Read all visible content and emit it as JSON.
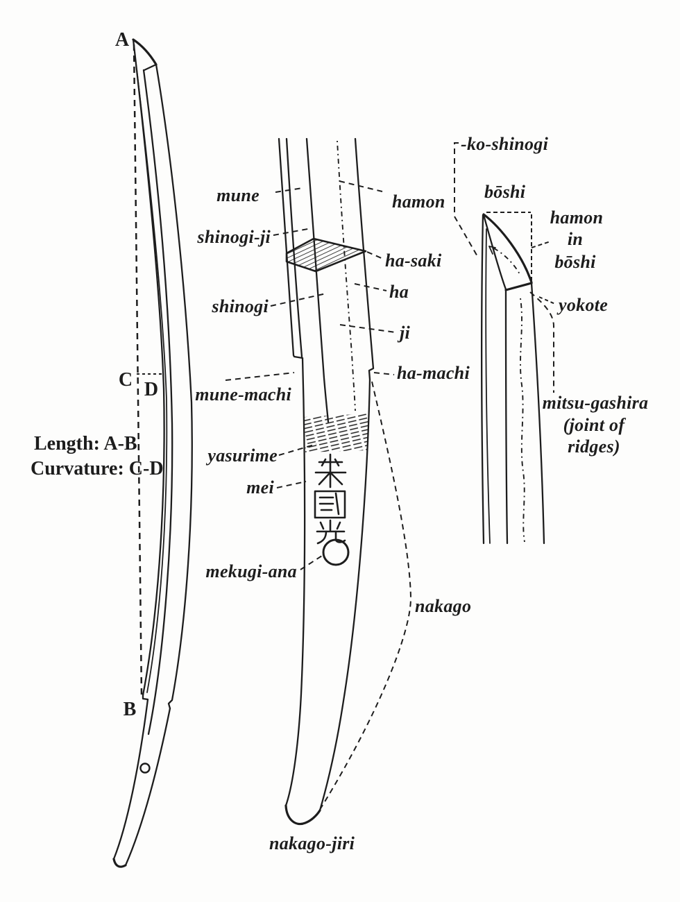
{
  "page": {
    "paper_color": "#fdfdfc",
    "ink_color": "#1d1d1d",
    "figure_subject": "Parts of a Japanese sword blade diagram"
  },
  "left_diagram": {
    "point_a": "A",
    "point_b": "B",
    "point_c": "C",
    "point_d": "D",
    "length_label": "Length: A-B",
    "curvature_label": "Curvature: C-D"
  },
  "middle_diagram": {
    "labels": {
      "mune": "mune",
      "shinogi_ji": "shinogi-ji",
      "shinogi": "shinogi",
      "mune_machi": "mune-machi",
      "yasurime": "yasurime",
      "mei": "mei",
      "mekugi_ana": "mekugi-ana",
      "hamon": "hamon",
      "ha_saki": "ha-saki",
      "ha": "ha",
      "ji": "ji",
      "ha_machi": "ha-machi",
      "nakago": "nakago",
      "nakago_jiri": "nakago-jiri"
    },
    "mei_inscription": "来國光"
  },
  "right_diagram": {
    "labels": {
      "ko_shinogi": "-ko-shinogi",
      "boshi": "bōshi",
      "hamon_in_boshi": [
        "hamon",
        "in",
        "bōshi"
      ],
      "yokote": "yokote",
      "mitsu_gashira": [
        "mitsu-gashira",
        "(joint of",
        "ridges)"
      ]
    }
  }
}
